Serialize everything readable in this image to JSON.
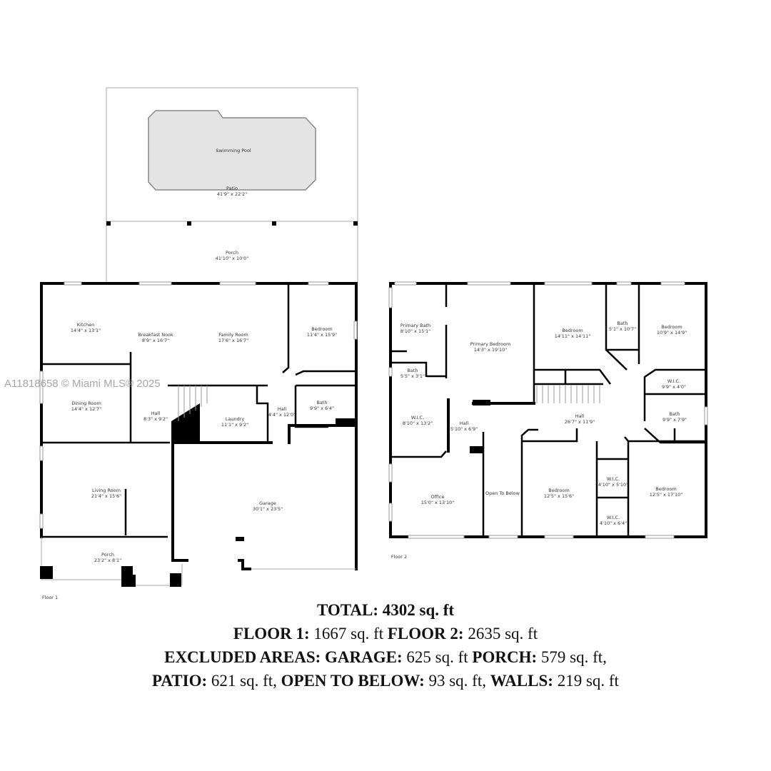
{
  "watermark": "A11818658 © Miami MLS® 2025",
  "floor1": {
    "label": "Floor 1",
    "rooms": {
      "pool": {
        "name": "Swimming Pool"
      },
      "patio": {
        "name": "Patio",
        "dims": "41'9\" x 22'2\""
      },
      "porch_back": {
        "name": "Porch",
        "dims": "41'10\" x 10'0\""
      },
      "kitchen": {
        "name": "Kitchen",
        "dims": "14'4\" x 13'1\""
      },
      "nook": {
        "name": "Breakfast Nook",
        "dims": "8'9\" x 16'7\""
      },
      "family": {
        "name": "Family Room",
        "dims": "17'6\" x 16'7\""
      },
      "bedroom": {
        "name": "Bedroom",
        "dims": "11'4\" x 15'9\""
      },
      "dining": {
        "name": "Dining Room",
        "dims": "14'4\" x 12'7\""
      },
      "hall1": {
        "name": "Hall",
        "dims": "8'3\" x 9'2\""
      },
      "laundry": {
        "name": "Laundry",
        "dims": "11'1\" x 9'2\""
      },
      "hall2": {
        "name": "Hall",
        "dims": "4'4\" x 12'0\""
      },
      "bath": {
        "name": "Bath",
        "dims": "9'9\" x 6'4\""
      },
      "living": {
        "name": "Living Room",
        "dims": "21'4\" x 15'6\""
      },
      "garage": {
        "name": "Garage",
        "dims": "30'1\" x 23'5\""
      },
      "porch_front": {
        "name": "Porch",
        "dims": "23'2\" x 8'1\""
      }
    }
  },
  "floor2": {
    "label": "Floor 2",
    "rooms": {
      "primary_bath": {
        "name": "Primary Bath",
        "dims": "8'10\" x 15'1\""
      },
      "primary_bed": {
        "name": "Primary Bedroom",
        "dims": "14'3\" x 19'10\""
      },
      "bed1": {
        "name": "Bedroom",
        "dims": "14'11\" x 14'11\""
      },
      "bath1": {
        "name": "Bath",
        "dims": "5'1\" x 10'7\""
      },
      "bed2": {
        "name": "Bedroom",
        "dims": "10'9\" x 14'9\""
      },
      "bath2": {
        "name": "Bath",
        "dims": "5'5\" x 3'1\""
      },
      "wic1": {
        "name": "W.I.C.",
        "dims": "9'9\" x 4'0\""
      },
      "wic2": {
        "name": "W.I.C.",
        "dims": "8'10\" x 13'2\""
      },
      "hall_small": {
        "name": "Hall",
        "dims": "5'10\" x 6'9\""
      },
      "hall": {
        "name": "Hall",
        "dims": "26'7\" x 11'9\""
      },
      "bath3": {
        "name": "Bath",
        "dims": "9'9\" x 7'9\""
      },
      "office": {
        "name": "Office",
        "dims": "15'0\" x 13'10\""
      },
      "open": {
        "name": "Open To Below"
      },
      "bed3": {
        "name": "Bedroom",
        "dims": "12'5\" x 15'6\""
      },
      "wic3": {
        "name": "W.I.C.",
        "dims": "4'10\" x 5'10\""
      },
      "wic4": {
        "name": "W.I.C.",
        "dims": "4'10\" x 6'4\""
      },
      "bed4": {
        "name": "Bedroom",
        "dims": "12'5\" x 17'10\""
      }
    }
  },
  "summary": {
    "total_label": "TOTAL:",
    "total_value": "4302 sq. ft",
    "floor1_label": "FLOOR 1:",
    "floor1_value": "1667 sq. ft",
    "floor2_label": "FLOOR 2:",
    "floor2_value": "2635 sq. ft",
    "excluded_label": "EXCLUDED AREAS:",
    "garage_label": "GARAGE:",
    "garage_value": "625 sq. ft",
    "porch_label": "PORCH:",
    "porch_value": "579 sq. ft,",
    "patio_label": "PATIO:",
    "patio_value": "621 sq. ft,",
    "open_label": "OPEN TO BELOW:",
    "open_value": "93 sq. ft,",
    "walls_label": "WALLS:",
    "walls_value": "219 sq. ft"
  }
}
